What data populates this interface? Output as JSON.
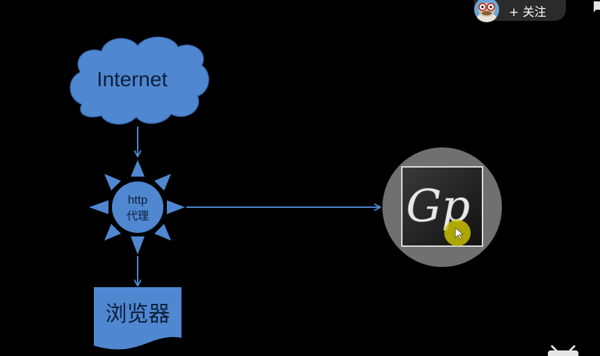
{
  "nodes": {
    "internet": {
      "label": "Internet"
    },
    "proxy": {
      "line1": "http",
      "line2": "代理"
    },
    "browser": {
      "label": "浏览器"
    },
    "logo": {
      "monogram": "Gp"
    }
  },
  "overlay": {
    "follow_label": "+ 关注"
  },
  "colors": {
    "background": "#000000",
    "node_fill": "#4f87d0",
    "node_stroke": "#3a6fb5",
    "text_dark": "#0d1f3a",
    "logo_circle": "#707070",
    "cursor_highlight": "#c8c000"
  }
}
